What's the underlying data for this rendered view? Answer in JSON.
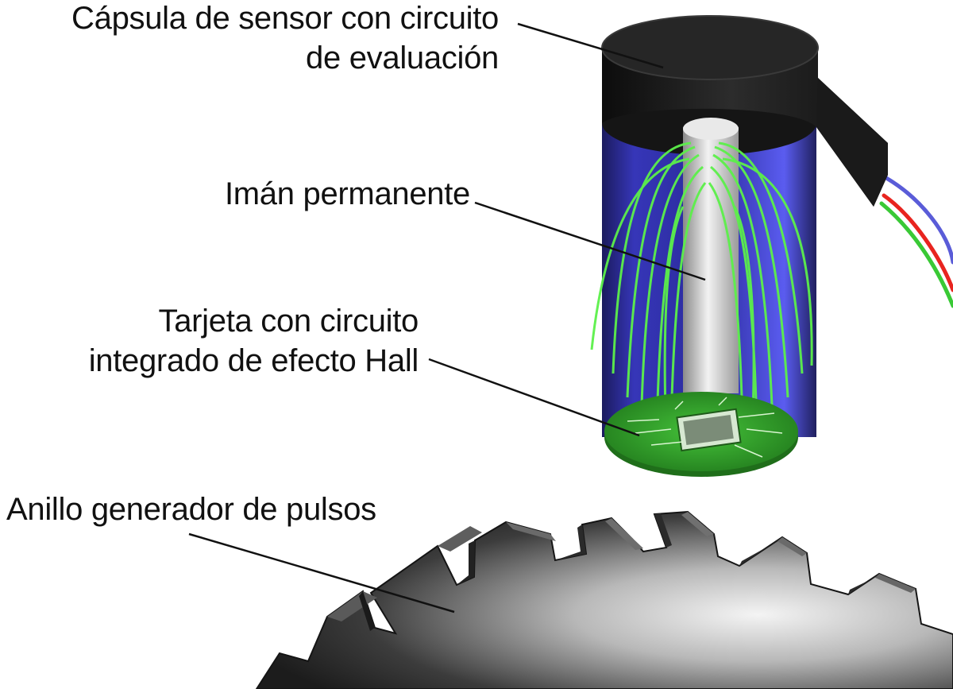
{
  "labels": {
    "capsule": [
      "Cápsula de sensor con circuito",
      "de evaluación"
    ],
    "magnet": [
      "Imán permanente"
    ],
    "card": [
      "Tarjeta con circuito",
      "integrado de efecto Hall"
    ],
    "ring": [
      "Anillo generador de pulsos"
    ]
  },
  "colors": {
    "capsule_body": "#1a1a1a",
    "sensor_tube": "#5a5cf0",
    "field_lines": "#5cf04a",
    "magnet": "#d9d9d9",
    "circuit_board": "#2f9e28",
    "cable_red": "#e8241f",
    "cable_blue": "#5a5cd8",
    "cable_green": "#39c935",
    "gear": "#3a3a3a"
  }
}
